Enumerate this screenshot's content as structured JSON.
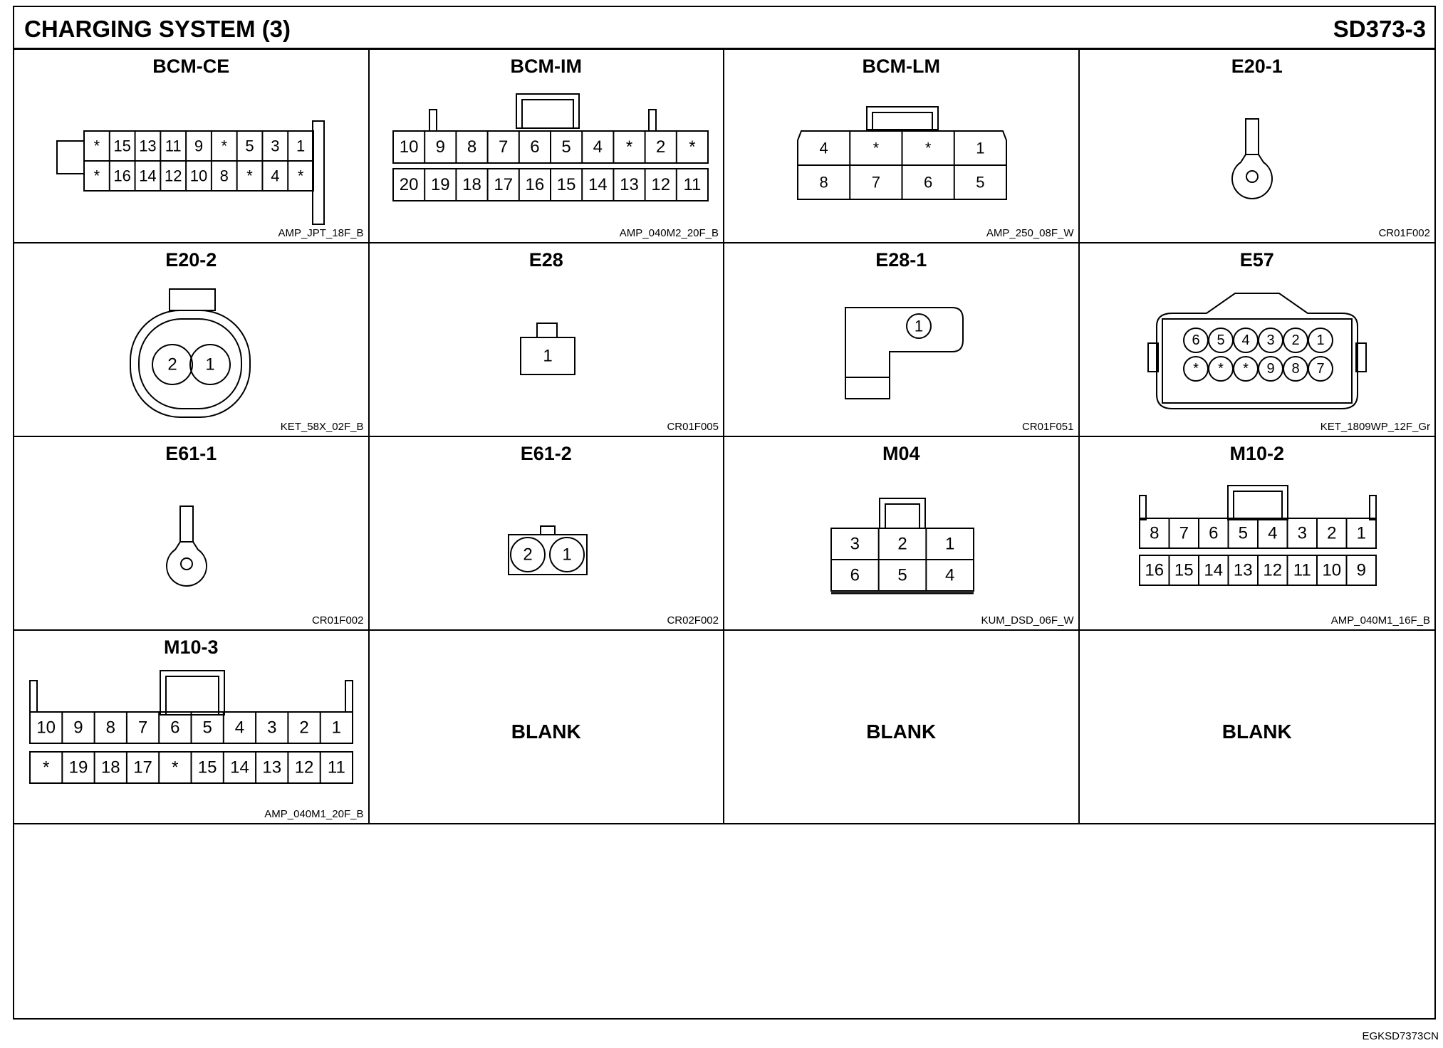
{
  "header": {
    "title": "CHARGING SYSTEM (3)",
    "code": "SD373-3"
  },
  "footer_code": "EGKSD7373CN",
  "cells": [
    {
      "name": "BCM-CE",
      "type": "AMP_JPT_18F_B",
      "kind": "bcmce",
      "rows": [
        [
          "*",
          "15",
          "13",
          "11",
          "9",
          "*",
          "5",
          "3",
          "1"
        ],
        [
          "*",
          "16",
          "14",
          "12",
          "10",
          "8",
          "*",
          "4",
          "*"
        ]
      ]
    },
    {
      "name": "BCM-IM",
      "type": "AMP_040M2_20F_B",
      "kind": "bcmim",
      "rows": [
        [
          "10",
          "9",
          "8",
          "7",
          "6",
          "5",
          "4",
          "*",
          "2",
          "*"
        ],
        [
          "20",
          "19",
          "18",
          "17",
          "16",
          "15",
          "14",
          "13",
          "12",
          "11"
        ]
      ]
    },
    {
      "name": "BCM-LM",
      "type": "AMP_250_08F_W",
      "kind": "bcmlm",
      "rows": [
        [
          "4",
          "*",
          "*",
          "1"
        ],
        [
          "8",
          "7",
          "6",
          "5"
        ]
      ]
    },
    {
      "name": "E20-1",
      "type": "CR01F002",
      "kind": "ring"
    },
    {
      "name": "E20-2",
      "type": "KET_58X_02F_B",
      "kind": "e202",
      "pins": [
        "2",
        "1"
      ]
    },
    {
      "name": "E28",
      "type": "CR01F005",
      "kind": "e28",
      "pins": [
        "1"
      ]
    },
    {
      "name": "E28-1",
      "type": "CR01F051",
      "kind": "e281",
      "pins": [
        "1"
      ]
    },
    {
      "name": "E57",
      "type": "KET_1809WP_12F_Gr",
      "kind": "e57",
      "rows": [
        [
          "6",
          "5",
          "4",
          "3",
          "2",
          "1"
        ],
        [
          "*",
          "*",
          "*",
          "9",
          "8",
          "7"
        ]
      ]
    },
    {
      "name": "E61-1",
      "type": "CR01F002",
      "kind": "ring"
    },
    {
      "name": "E61-2",
      "type": "CR02F002",
      "kind": "e612",
      "pins": [
        "2",
        "1"
      ]
    },
    {
      "name": "M04",
      "type": "KUM_DSD_06F_W",
      "kind": "m04",
      "rows": [
        [
          "3",
          "2",
          "1"
        ],
        [
          "6",
          "5",
          "4"
        ]
      ]
    },
    {
      "name": "M10-2",
      "type": "AMP_040M1_16F_B",
      "kind": "m102",
      "rows": [
        [
          "8",
          "7",
          "6",
          "5",
          "4",
          "3",
          "2",
          "1"
        ],
        [
          "16",
          "15",
          "14",
          "13",
          "12",
          "11",
          "10",
          "9"
        ]
      ]
    },
    {
      "name": "M10-3",
      "type": "AMP_040M1_20F_B",
      "kind": "m103",
      "rows": [
        [
          "10",
          "9",
          "8",
          "7",
          "6",
          "5",
          "4",
          "3",
          "2",
          "1"
        ],
        [
          "*",
          "19",
          "18",
          "17",
          "*",
          "15",
          "14",
          "13",
          "12",
          "11"
        ]
      ]
    },
    {
      "name": "",
      "type": "",
      "kind": "blank",
      "label": "BLANK"
    },
    {
      "name": "",
      "type": "",
      "kind": "blank",
      "label": "BLANK"
    },
    {
      "name": "",
      "type": "",
      "kind": "blank",
      "label": "BLANK"
    }
  ]
}
